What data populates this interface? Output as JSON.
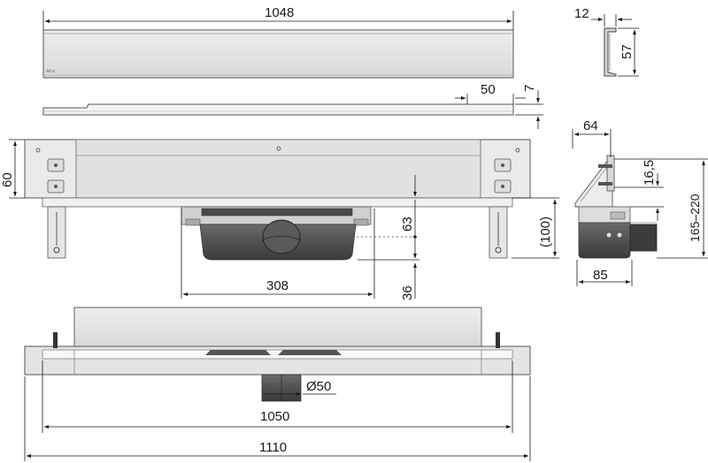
{
  "dimensions": {
    "grate_length": "1048",
    "profile_width": "12",
    "profile_height": "57",
    "slot_length": "50",
    "slot_height": "7",
    "body_height": "60",
    "outlet_height": "63",
    "leg_height": "(100)",
    "outlet_width": "308",
    "outlet_depth": "36",
    "section_width": "64",
    "flange_height": "16,5",
    "height_range": "165–220",
    "section_base": "85",
    "outlet_diameter": "Ø50",
    "channel_length": "1050",
    "overall_length": "1110"
  },
  "logo": {
    "text": "Alca"
  }
}
